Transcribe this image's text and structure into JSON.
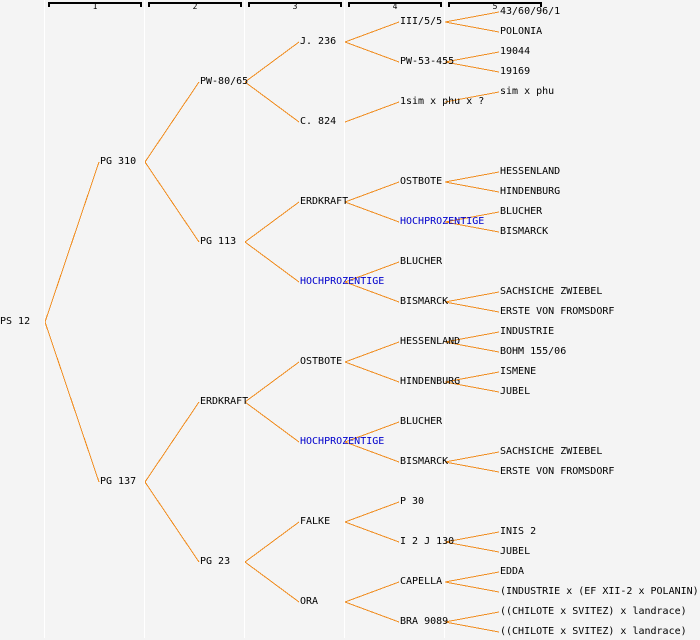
{
  "columns": [
    "1",
    "2",
    "3",
    "4",
    "5"
  ],
  "colors": {
    "line": "#f08c1e",
    "text": "#000000",
    "highlight": "#0000cc",
    "background": "#f4f4f4"
  },
  "pedigree": {
    "label": "PS 12",
    "children": [
      {
        "label": "PG 310",
        "children": [
          {
            "label": "PW-80/65",
            "children": [
              {
                "label": "J. 236",
                "children": [
                  {
                    "label": "III/5/5",
                    "children": [
                      {
                        "label": "43/60/96/1"
                      },
                      {
                        "label": "POLONIA"
                      }
                    ]
                  },
                  {
                    "label": "PW-53-455",
                    "children": [
                      {
                        "label": "19044"
                      },
                      {
                        "label": "19169"
                      }
                    ]
                  }
                ]
              },
              {
                "label": "C. 824",
                "children": [
                  {
                    "label": "1sim x phu x ?",
                    "children": [
                      {
                        "label": "sim x phu"
                      }
                    ]
                  }
                ]
              }
            ]
          },
          {
            "label": "PG 113",
            "children": [
              {
                "label": "ERDKRAFT",
                "children": [
                  {
                    "label": "OSTBOTE",
                    "children": [
                      {
                        "label": "HESSENLAND"
                      },
                      {
                        "label": "HINDENBURG"
                      }
                    ]
                  },
                  {
                    "label": "HOCHPROZENTIGE",
                    "highlight": true,
                    "children": [
                      {
                        "label": "BLUCHER"
                      },
                      {
                        "label": "BISMARCK"
                      }
                    ]
                  }
                ]
              },
              {
                "label": "HOCHPROZENTIGE",
                "highlight": true,
                "children": [
                  {
                    "label": "BLUCHER"
                  },
                  {
                    "label": "BISMARCK",
                    "children": [
                      {
                        "label": "SACHSICHE ZWIEBEL"
                      },
                      {
                        "label": "ERSTE VON FROMSDORF"
                      }
                    ]
                  }
                ]
              }
            ]
          }
        ]
      },
      {
        "label": "PG 137",
        "children": [
          {
            "label": "ERDKRAFT",
            "children": [
              {
                "label": "OSTBOTE",
                "children": [
                  {
                    "label": "HESSENLAND",
                    "children": [
                      {
                        "label": "INDUSTRIE"
                      },
                      {
                        "label": "BOHM 155/06"
                      }
                    ]
                  },
                  {
                    "label": "HINDENBURG",
                    "children": [
                      {
                        "label": "ISMENE"
                      },
                      {
                        "label": "JUBEL"
                      }
                    ]
                  }
                ]
              },
              {
                "label": "HOCHPROZENTIGE",
                "highlight": true,
                "children": [
                  {
                    "label": "BLUCHER"
                  },
                  {
                    "label": "BISMARCK",
                    "children": [
                      {
                        "label": "SACHSICHE ZWIEBEL"
                      },
                      {
                        "label": "ERSTE VON FROMSDORF"
                      }
                    ]
                  }
                ]
              }
            ]
          },
          {
            "label": "PG 23",
            "children": [
              {
                "label": "FALKE",
                "children": [
                  {
                    "label": "P 30"
                  },
                  {
                    "label": "I 2 J 130",
                    "children": [
                      {
                        "label": "INIS 2"
                      },
                      {
                        "label": "JUBEL"
                      }
                    ]
                  }
                ]
              },
              {
                "label": "ORA",
                "children": [
                  {
                    "label": "CAPELLA",
                    "children": [
                      {
                        "label": "EDDA"
                      },
                      {
                        "label": "(INDUSTRIE x (EF XII-2 x POLANIN))"
                      }
                    ]
                  },
                  {
                    "label": "BRA 9089",
                    "children": [
                      {
                        "label": "((CHILOTE x SVITEZ) x landrace)"
                      },
                      {
                        "label": "((CHILOTE x SVITEZ) x landrace)"
                      }
                    ]
                  }
                ]
              }
            ]
          }
        ]
      }
    ]
  }
}
